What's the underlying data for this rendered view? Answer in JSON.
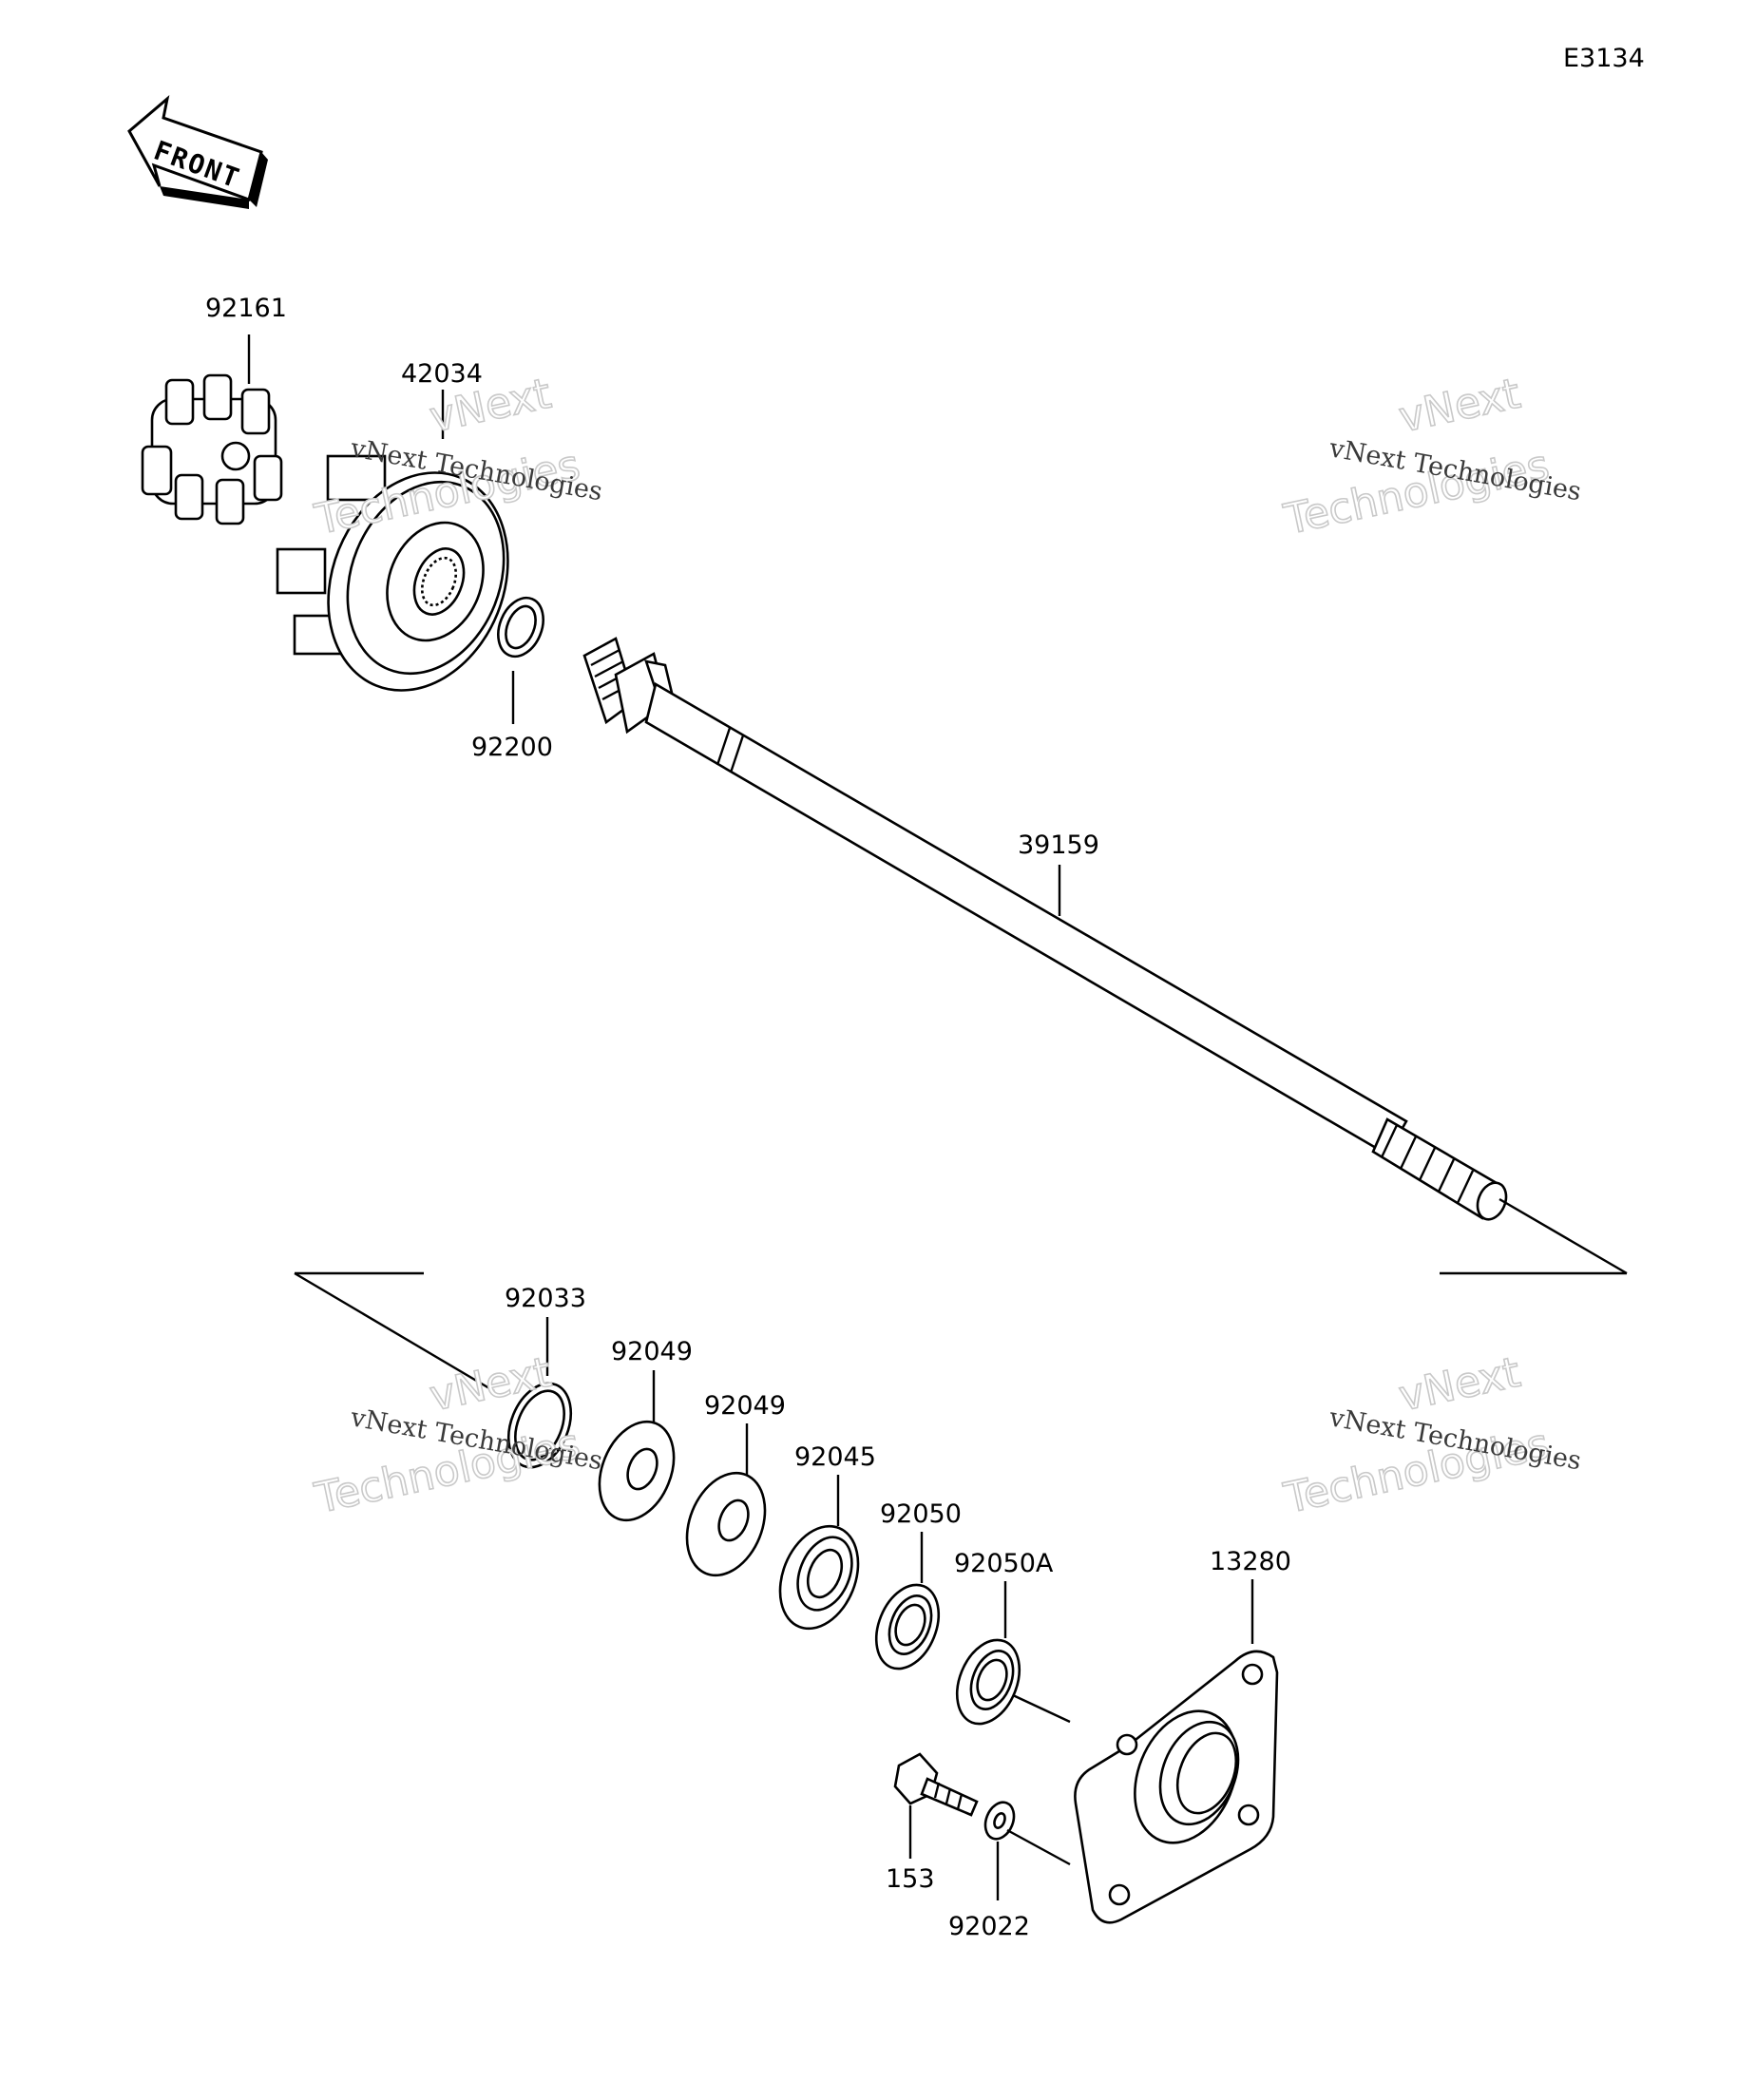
{
  "diagram_code": "E3134",
  "front_arrow_label": "FRONT",
  "parts": [
    {
      "id": "p92161",
      "number": "92161"
    },
    {
      "id": "p42034",
      "number": "42034"
    },
    {
      "id": "p92200",
      "number": "92200"
    },
    {
      "id": "p39159",
      "number": "39159"
    },
    {
      "id": "p92033",
      "number": "92033"
    },
    {
      "id": "p92049a",
      "number": "92049"
    },
    {
      "id": "p92049b",
      "number": "92049"
    },
    {
      "id": "p92045",
      "number": "92045"
    },
    {
      "id": "p92050",
      "number": "92050"
    },
    {
      "id": "p92050A",
      "number": "92050A"
    },
    {
      "id": "p13280",
      "number": "13280"
    },
    {
      "id": "p153",
      "number": "153"
    },
    {
      "id": "p92022",
      "number": "92022"
    }
  ],
  "watermark": {
    "brand": "vNext",
    "line2": "Technologies",
    "full": "vNext Technologies"
  }
}
